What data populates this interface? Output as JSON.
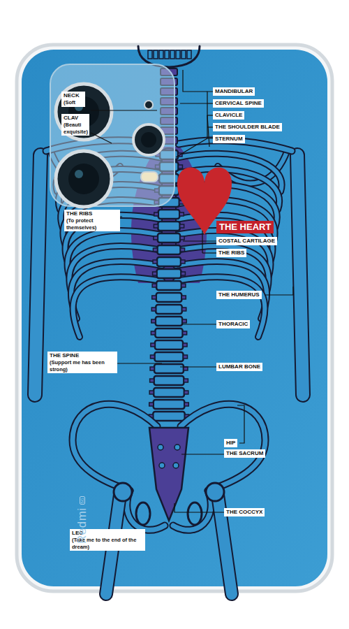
{
  "diagram": {
    "nodes": [
      {
        "text": [
          "MANDIBULAR"
        ]
      },
      {
        "text": [
          "NECK",
          "(Soft"
        ]
      },
      {
        "text": [
          "CERVICAL SPINE"
        ]
      },
      {
        "text": [
          "CLAVICLE"
        ]
      },
      {
        "text": [
          "CLAV",
          "(Beauti exquisite)"
        ]
      },
      {
        "text": [
          "THE SHOULDER BLADE"
        ]
      },
      {
        "text": [
          "STERNUM"
        ]
      },
      {
        "text": [
          "THE RIBS",
          "(To protect themselves)"
        ]
      },
      {
        "text": [
          "THE HEART"
        ]
      },
      {
        "text": [
          "COSTAL CARTILAGE"
        ]
      },
      {
        "text": [
          "THE RIBS"
        ]
      },
      {
        "text": [
          "THE HUMERUS"
        ]
      },
      {
        "text": [
          "THORACIC"
        ]
      },
      {
        "text": [
          "THE SPINE",
          "(Support me has been strong)"
        ]
      },
      {
        "text": [
          "LUMBAR BONE"
        ]
      },
      {
        "text": [
          "HIP"
        ]
      },
      {
        "text": [
          "THE SACRUM"
        ]
      },
      {
        "text": [
          "THE COCCYX"
        ]
      },
      {
        "text": [
          "LEG",
          "(Take me to the end of the dream)"
        ]
      }
    ],
    "labels": [
      "Redmi",
      "5G"
    ]
  }
}
